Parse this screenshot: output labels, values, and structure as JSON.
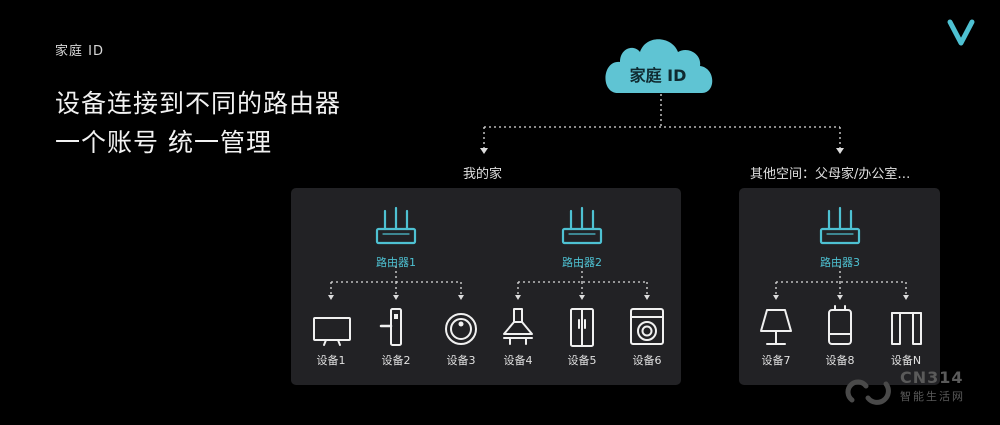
{
  "header": {
    "label": "家庭 ID"
  },
  "headline": {
    "line1": "设备连接到不同的路由器",
    "line2": "一个账号 统一管理"
  },
  "cloud": {
    "label": "家庭 ID"
  },
  "groups": {
    "home": {
      "title": "我的家"
    },
    "other": {
      "title": "其他空间：父母家/办公室…"
    }
  },
  "routers": [
    {
      "label": "路由器1"
    },
    {
      "label": "路由器2"
    },
    {
      "label": "路由器3"
    }
  ],
  "devices": [
    {
      "label": "设备1",
      "icon": "tv-icon"
    },
    {
      "label": "设备2",
      "icon": "smart-lock-icon"
    },
    {
      "label": "设备3",
      "icon": "robot-vacuum-icon"
    },
    {
      "label": "设备4",
      "icon": "range-hood-icon"
    },
    {
      "label": "设备5",
      "icon": "refrigerator-icon"
    },
    {
      "label": "设备6",
      "icon": "washing-machine-icon"
    },
    {
      "label": "设备7",
      "icon": "lamp-icon"
    },
    {
      "label": "设备8",
      "icon": "water-heater-icon"
    },
    {
      "label": "设备N",
      "icon": "gate-icon"
    }
  ],
  "colors": {
    "accent": "#4ec1d2",
    "panel": "#222225",
    "background": "#000000"
  },
  "watermark": {
    "text": "CN314",
    "sub": "智能生活网"
  }
}
